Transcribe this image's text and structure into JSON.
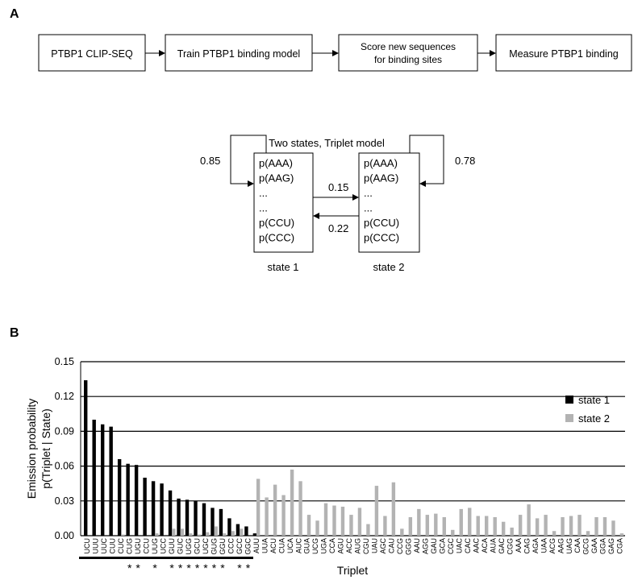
{
  "panel_a": {
    "label": "A",
    "pipeline": [
      {
        "lines": [
          "PTBP1 CLIP-SEQ"
        ]
      },
      {
        "lines": [
          "Train PTBP1 binding model"
        ]
      },
      {
        "lines": [
          "Score new sequences",
          "for binding sites"
        ]
      },
      {
        "lines": [
          "Measure PTBP1 binding"
        ]
      }
    ],
    "model": {
      "title": "Two states, Triplet model",
      "state1": {
        "label": "state 1",
        "entries": [
          "p(AAA)",
          "p(AAG)",
          "...",
          "...",
          "p(CCU)",
          "p(CCC)"
        ],
        "self_prob": "0.85"
      },
      "state2": {
        "label": "state 2",
        "entries": [
          "p(AAA)",
          "p(AAG)",
          "...",
          "...",
          "p(CCU)",
          "p(CCC)"
        ],
        "self_prob": "0.78"
      },
      "p12": "0.15",
      "p21": "0.22"
    }
  },
  "panel_b": {
    "label": "B"
  },
  "chart_data": {
    "type": "bar",
    "xlabel": "Triplet",
    "ylabel_lines": [
      "Emission probability",
      "p(Triplet | State)"
    ],
    "ylim": [
      0,
      0.15
    ],
    "yticks": [
      "0.00",
      "0.03",
      "0.06",
      "0.09",
      "0.12",
      "0.15"
    ],
    "grid": true,
    "legend_position": "top-right",
    "categories": [
      "UCU",
      "UUU",
      "UUC",
      "CUU",
      "CUC",
      "CUG",
      "UGU",
      "CCU",
      "UUG",
      "UCC",
      "GUU",
      "GUC",
      "UGG",
      "GCU",
      "UGC",
      "GUG",
      "GGU",
      "CCC",
      "GCC",
      "GGC",
      "AUU",
      "UUA",
      "ACU",
      "CUA",
      "UCA",
      "AUC",
      "GUA",
      "UCG",
      "UGA",
      "CCA",
      "AGU",
      "ACC",
      "AUG",
      "CGU",
      "UAU",
      "AGC",
      "CAU",
      "CCG",
      "GGG",
      "AAU",
      "AGG",
      "GAU",
      "GCA",
      "CGC",
      "UAC",
      "CAC",
      "AAC",
      "ACA",
      "AUA",
      "GAC",
      "CGG",
      "AAA",
      "CAG",
      "AGA",
      "UAA",
      "ACG",
      "AAG",
      "UAG",
      "CAA",
      "GCG",
      "GAA",
      "GGA",
      "GAG",
      "CGA"
    ],
    "series": [
      {
        "name": "state 1",
        "color": "#000000",
        "values": [
          0.134,
          0.1,
          0.096,
          0.094,
          0.066,
          0.062,
          0.061,
          0.05,
          0.047,
          0.045,
          0.039,
          0.032,
          0.031,
          0.03,
          0.028,
          0.024,
          0.023,
          0.015,
          0.01,
          0.008,
          0.002,
          0,
          0,
          0,
          0,
          0,
          0,
          0,
          0,
          0,
          0,
          0,
          0,
          0,
          0,
          0,
          0,
          0,
          0,
          0,
          0,
          0,
          0,
          0,
          0,
          0,
          0,
          0,
          0,
          0,
          0,
          0,
          0,
          0,
          0,
          0,
          0,
          0,
          0,
          0,
          0,
          0,
          0,
          0
        ]
      },
      {
        "name": "state 2",
        "color": "#b3b3b3",
        "values": [
          0,
          0,
          0,
          0,
          0.001,
          0,
          0,
          0,
          0.002,
          0,
          0.006,
          0.006,
          0.002,
          0.001,
          0.003,
          0.008,
          0.002,
          0.004,
          0.006,
          0,
          0.049,
          0.033,
          0.044,
          0.035,
          0.057,
          0.047,
          0.018,
          0.013,
          0.028,
          0.026,
          0.025,
          0.018,
          0.024,
          0.01,
          0.043,
          0.017,
          0.046,
          0.006,
          0.016,
          0.023,
          0.018,
          0.019,
          0.016,
          0.005,
          0.023,
          0.024,
          0.017,
          0.017,
          0.016,
          0.012,
          0.007,
          0.018,
          0.027,
          0.015,
          0.018,
          0.004,
          0.016,
          0.017,
          0.018,
          0.004,
          0.016,
          0.016,
          0.013,
          0.002
        ]
      }
    ],
    "underlined_range": [
      0,
      19
    ],
    "starred_indices": [
      5,
      6,
      8,
      10,
      11,
      12,
      13,
      14,
      15,
      16,
      18,
      19
    ],
    "star_symbol": "*"
  }
}
